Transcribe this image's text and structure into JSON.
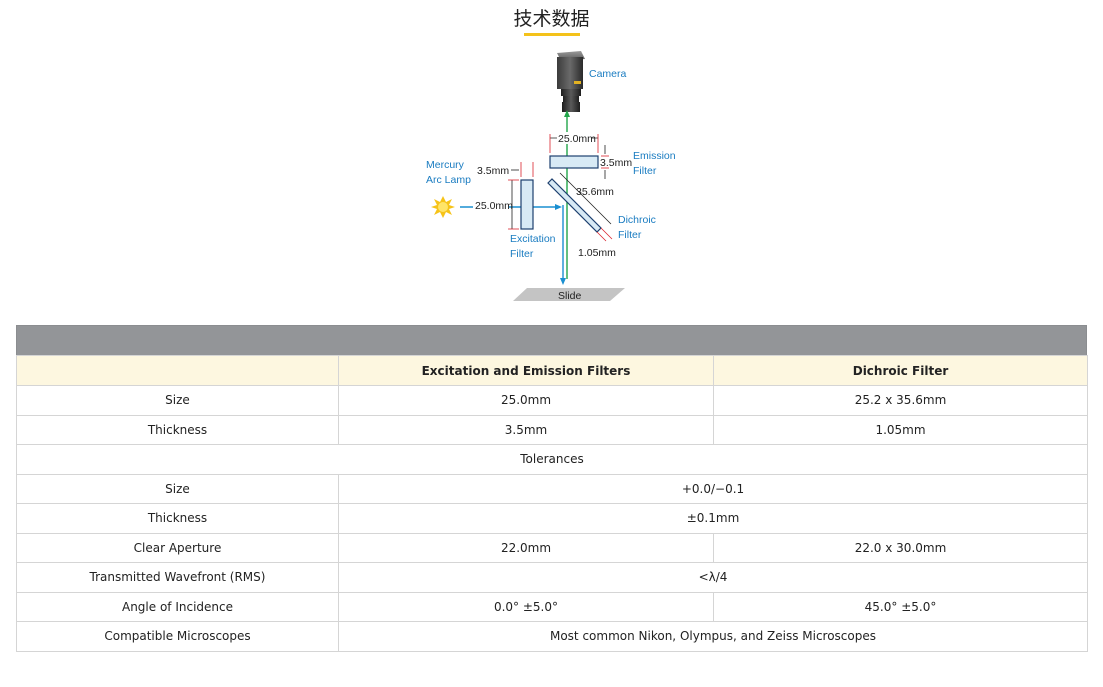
{
  "page": {
    "title": "技术数据"
  },
  "diagram": {
    "labels": {
      "camera": "Camera",
      "emission_filter_1": "Emission",
      "emission_filter_2": "Filter",
      "mercury_1": "Mercury",
      "mercury_2": "Arc Lamp",
      "dichroic_1": "Dichroic",
      "dichroic_2": "Filter",
      "excitation_1": "Excitation",
      "excitation_2": "Filter",
      "slide": "Slide",
      "dim_emission_width": "25.0mm",
      "dim_emission_thick": "3.5mm",
      "dim_excitation_thick": "3.5mm",
      "dim_excitation_width": "25.0mm",
      "dim_dichroic_len": "35.6mm",
      "dim_dichroic_thick": "1.05mm"
    }
  },
  "table": {
    "header": [
      "",
      "Excitation and Emission Filters",
      "Dichroic Filter"
    ],
    "rows": [
      {
        "label": "Size",
        "a": "25.0mm",
        "b": "25.2 x 35.6mm"
      },
      {
        "label": "Thickness",
        "a": "3.5mm",
        "b": "1.05mm"
      }
    ],
    "section": "Tolerances",
    "tolerance_rows": [
      {
        "label": "Size",
        "span": "+0.0/−0.1"
      },
      {
        "label": "Thickness",
        "span": "±0.1mm"
      },
      {
        "label": "Clear Aperture",
        "a": "22.0mm",
        "b": "22.0 x 30.0mm"
      },
      {
        "label": "Transmitted Wavefront (RMS)",
        "span": "<λ/4"
      },
      {
        "label": "Angle of Incidence",
        "a": "0.0° ±5.0°",
        "b": "45.0° ±5.0°"
      },
      {
        "label": "Compatible Microscopes",
        "span": "Most common Nikon, Olympus, and Zeiss Microscopes"
      }
    ]
  },
  "colors": {
    "label_blue": "#1a7cc1",
    "accent_yellow": "#f4c21a",
    "header_grey": "#939598",
    "header_cream": "#fdf7e0"
  }
}
